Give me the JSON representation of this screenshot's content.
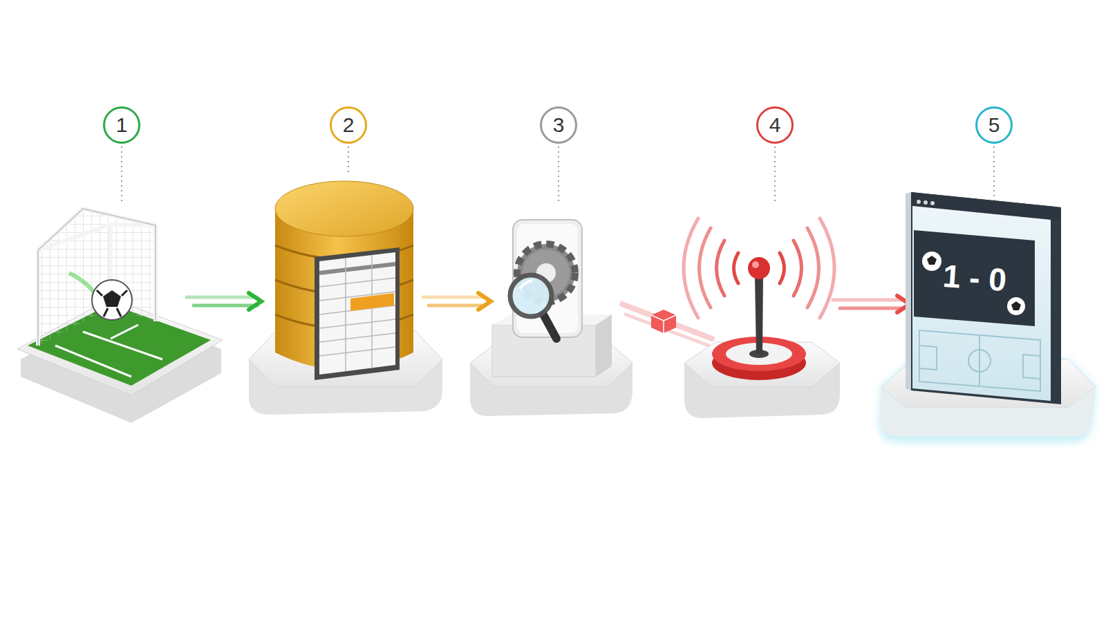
{
  "diagram": {
    "nodes": [
      {
        "text": [
          "1"
        ]
      },
      {
        "text": [
          "2"
        ]
      },
      {
        "text": [
          "3"
        ]
      },
      {
        "text": [
          "4"
        ]
      },
      {
        "text": [
          "5"
        ]
      }
    ],
    "labels": [
      "1 - 0"
    ]
  }
}
